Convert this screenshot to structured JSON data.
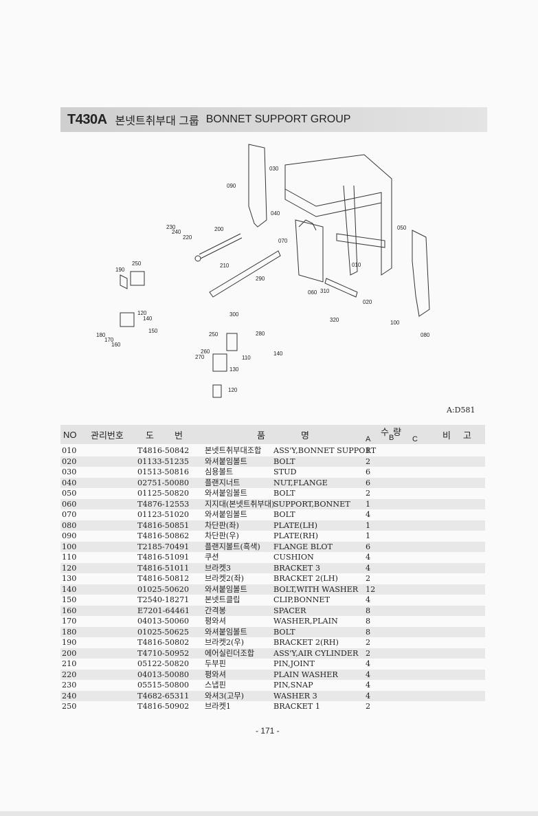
{
  "header": {
    "model": "T430A",
    "title_ko": "본넷트취부대 그룹",
    "title_en": "BONNET SUPPORT GROUP"
  },
  "diagram": {
    "callouts": [
      "030",
      "090",
      "040",
      "230",
      "240",
      "220",
      "200",
      "050",
      "070",
      "010",
      "190",
      "250",
      "210",
      "290",
      "060",
      "310",
      "020",
      "120",
      "140",
      "300",
      "150",
      "180",
      "170",
      "160",
      "320",
      "100",
      "080",
      "250",
      "280",
      "260",
      "270",
      "110",
      "140",
      "130",
      "120"
    ],
    "figure_ref": "A:D581"
  },
  "table": {
    "headers": {
      "no": "NO",
      "mgmt": "관리번호",
      "do": "도",
      "beon": "번",
      "pum": "품",
      "myeong": "명",
      "qty_su": "수",
      "qty_ryang": "량",
      "col_a": "A",
      "col_b": "B",
      "col_c": "C",
      "bi": "비",
      "go": "고"
    },
    "rows": [
      {
        "no": "010",
        "part": "T4816-50842",
        "ko": "본넷트취부대조합",
        "en": "ASS'Y,BONNET SUPPORT",
        "qty": "1"
      },
      {
        "no": "020",
        "part": "01133-51235",
        "ko": "와셔붙임볼트",
        "en": "BOLT",
        "qty": "2"
      },
      {
        "no": "030",
        "part": "01513-50816",
        "ko": "심용볼트",
        "en": "STUD",
        "qty": "6"
      },
      {
        "no": "040",
        "part": "02751-50080",
        "ko": "플랜지너트",
        "en": "NUT,FLANGE",
        "qty": "6"
      },
      {
        "no": "050",
        "part": "01125-50820",
        "ko": "와셔붙임볼트",
        "en": "BOLT",
        "qty": "2"
      },
      {
        "no": "060",
        "part": "T4876-12553",
        "ko": "지지대(본넷트취부대)",
        "en": "SUPPORT,BONNET",
        "qty": "1"
      },
      {
        "no": "070",
        "part": "01123-51020",
        "ko": "와셔붙임볼트",
        "en": "BOLT",
        "qty": "4"
      },
      {
        "no": "080",
        "part": "T4816-50851",
        "ko": "차단판(좌)",
        "en": "PLATE(LH)",
        "qty": "1"
      },
      {
        "no": "090",
        "part": "T4816-50862",
        "ko": "차단판(우)",
        "en": "PLATE(RH)",
        "qty": "1"
      },
      {
        "no": "100",
        "part": "T2185-70491",
        "ko": "플랜지볼트(흑색)",
        "en": "FLANGE BLOT",
        "qty": "6"
      },
      {
        "no": "110",
        "part": "T4816-51091",
        "ko": "쿠션",
        "en": "CUSHION",
        "qty": "4"
      },
      {
        "no": "120",
        "part": "T4816-51011",
        "ko": "브라켓3",
        "en": "BRACKET 3",
        "qty": "4"
      },
      {
        "no": "130",
        "part": "T4816-50812",
        "ko": "브라켓2(좌)",
        "en": "BRACKET 2(LH)",
        "qty": "2"
      },
      {
        "no": "140",
        "part": "01025-50620",
        "ko": "와셔붙임볼트",
        "en": "BOLT,WITH WASHER",
        "qty": "12"
      },
      {
        "no": "150",
        "part": "T2540-18271",
        "ko": "본넷트클립",
        "en": "CLIP,BONNET",
        "qty": "4"
      },
      {
        "no": "160",
        "part": "E7201-64461",
        "ko": "간격봉",
        "en": "SPACER",
        "qty": "8"
      },
      {
        "no": "170",
        "part": "04013-50060",
        "ko": "평와셔",
        "en": "WASHER,PLAIN",
        "qty": "8"
      },
      {
        "no": "180",
        "part": "01025-50625",
        "ko": "와셔붙임볼트",
        "en": "BOLT",
        "qty": "8"
      },
      {
        "no": "190",
        "part": "T4816-50802",
        "ko": "브라켓2(우)",
        "en": "BRACKET 2(RH)",
        "qty": "2"
      },
      {
        "no": "200",
        "part": "T4710-50952",
        "ko": "에어실린더조합",
        "en": "ASS'Y,AIR CYLINDER",
        "qty": "2"
      },
      {
        "no": "210",
        "part": "05122-50820",
        "ko": "두부핀",
        "en": "PIN,JOINT",
        "qty": "4"
      },
      {
        "no": "220",
        "part": "04013-50080",
        "ko": "평와셔",
        "en": "PLAIN WASHER",
        "qty": "4"
      },
      {
        "no": "230",
        "part": "05515-50800",
        "ko": "스냅핀",
        "en": "PIN,SNAP",
        "qty": "4"
      },
      {
        "no": "240",
        "part": "T4682-65311",
        "ko": "와셔3(고무)",
        "en": "WASHER 3",
        "qty": "4"
      },
      {
        "no": "250",
        "part": "T4816-50902",
        "ko": "브라켓1",
        "en": "BRACKET 1",
        "qty": "2"
      }
    ]
  },
  "footer": {
    "page_number": "- 171 -"
  }
}
